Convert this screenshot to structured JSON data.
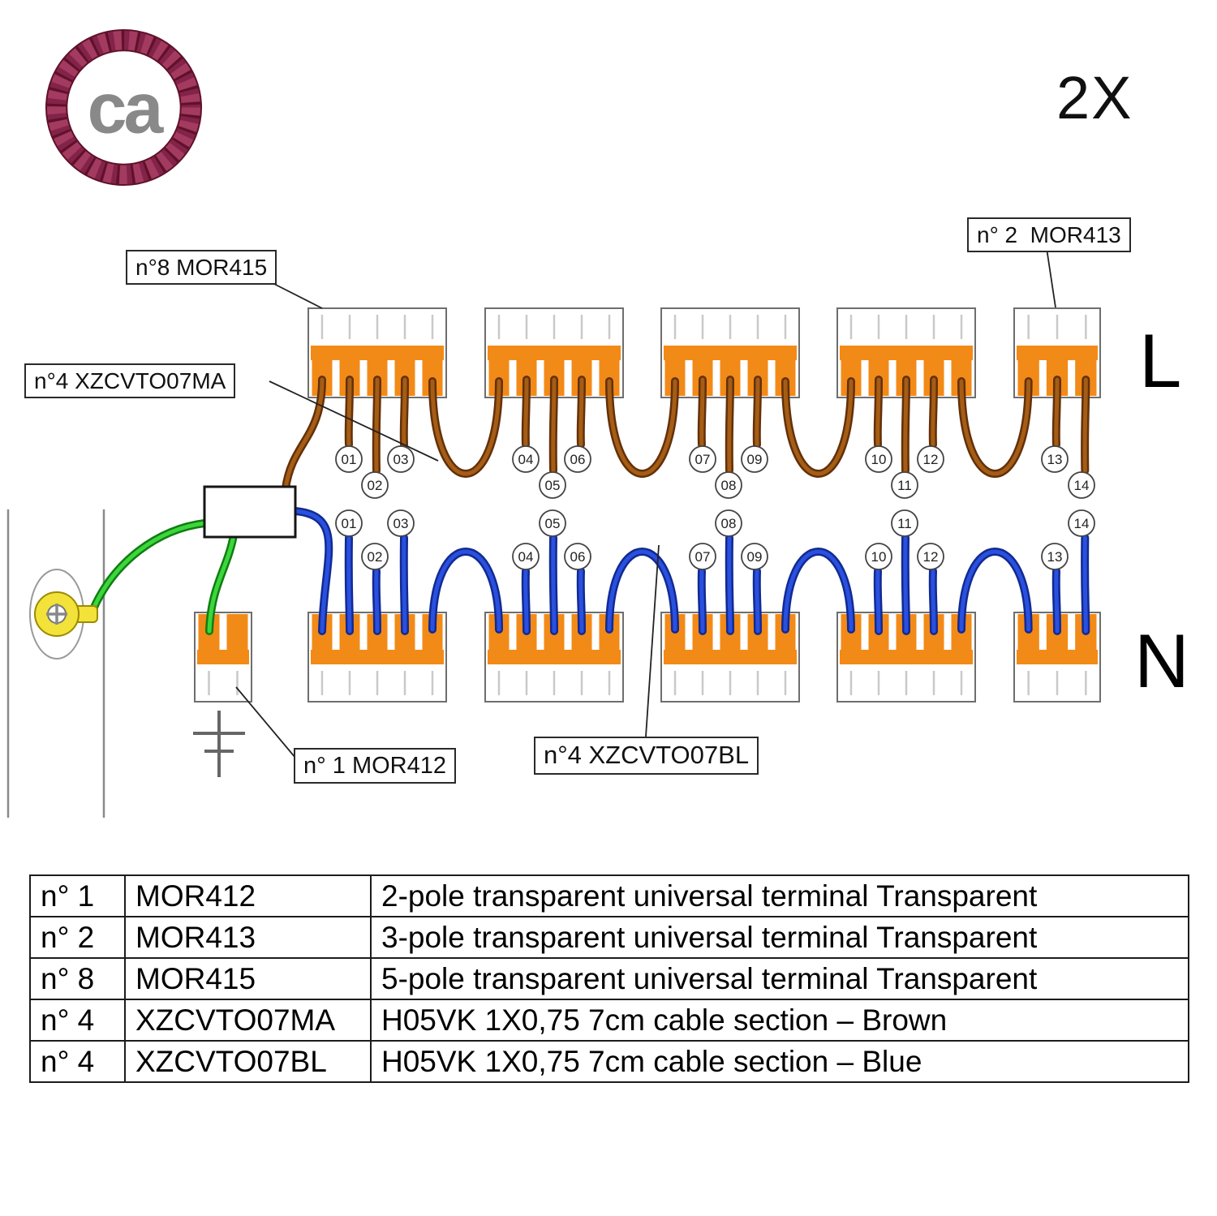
{
  "brand": {
    "logo_text": "ca",
    "quantity": "2X"
  },
  "diagram": {
    "line_label": "L",
    "neutral_label": "N",
    "callouts": {
      "mor415": "n°8 MOR415",
      "mor413": "n° 2  MOR413",
      "xzcvto07ma": "n°4 XZCVTO07MA",
      "mor412": "n° 1 MOR412",
      "xzcvto07bl": "n°4 XZCVTO07BL"
    },
    "top_wire_numbers": [
      "01",
      "02",
      "03",
      "04",
      "05",
      "06",
      "07",
      "08",
      "09",
      "10",
      "11",
      "12",
      "13",
      "14"
    ],
    "bottom_wire_numbers": [
      "01",
      "02",
      "03",
      "04",
      "05",
      "06",
      "07",
      "08",
      "09",
      "10",
      "11",
      "12",
      "13",
      "14"
    ],
    "colors": {
      "terminal_orange": "#f28a18",
      "brown_wire": "#a55d15",
      "blue_wire": "#2a50e0",
      "green_wire": "#3cd63c",
      "yellow_lug": "#f2e23a",
      "logo_ring": "#84234a",
      "logo_text": "#898989"
    }
  },
  "table": {
    "rows": [
      {
        "qty": "n° 1",
        "code": "MOR412",
        "desc": "2-pole transparent universal terminal Transparent"
      },
      {
        "qty": "n° 2",
        "code": "MOR413",
        "desc": "3-pole transparent universal terminal Transparent"
      },
      {
        "qty": "n° 8",
        "code": "MOR415",
        "desc": "5-pole transparent universal terminal Transparent"
      },
      {
        "qty": "n° 4",
        "code": "XZCVTO07MA",
        "desc": "H05VK 1X0,75 7cm cable section – Brown"
      },
      {
        "qty": "n° 4",
        "code": "XZCVTO07BL",
        "desc": "H05VK 1X0,75 7cm cable section – Blue"
      }
    ]
  }
}
